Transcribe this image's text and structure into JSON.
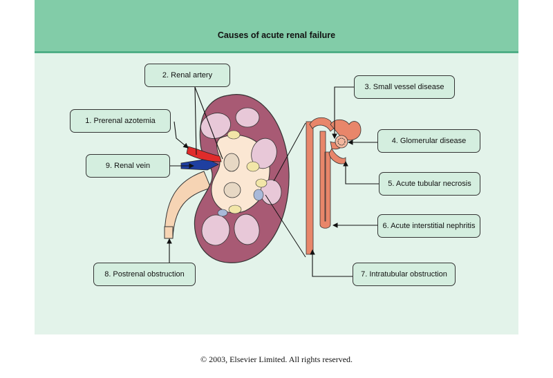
{
  "title": "Causes of acute renal failure",
  "labels": [
    {
      "id": "prerenal",
      "text": "1. Prerenal azotemia"
    },
    {
      "id": "renal-artery",
      "text": "2. Renal artery"
    },
    {
      "id": "small-vessel",
      "text": "3. Small vessel disease"
    },
    {
      "id": "glomerular",
      "text": "4. Glomerular disease"
    },
    {
      "id": "atn",
      "text": "5. Acute tubular necrosis"
    },
    {
      "id": "ain",
      "text": "6. Acute interstitial nephritis"
    },
    {
      "id": "intratubular",
      "text": "7. Intratubular obstruction"
    },
    {
      "id": "postrenal",
      "text": "8. Postrenal obstruction"
    },
    {
      "id": "renal-vein",
      "text": "9. Renal vein"
    }
  ],
  "copyright": "© 2003, Elsevier Limited. All rights reserved.",
  "colors": {
    "header": "#82cca8",
    "panel": "#e3f3ea",
    "label_fill": "#d4eedf",
    "kidney_cortex": "#a85a74",
    "pyramids": "#e8c8d8",
    "artery": "#e02b2b",
    "vein": "#1f3fa0",
    "nephron": "#e8866a",
    "ureter": "#f6d4b4"
  }
}
